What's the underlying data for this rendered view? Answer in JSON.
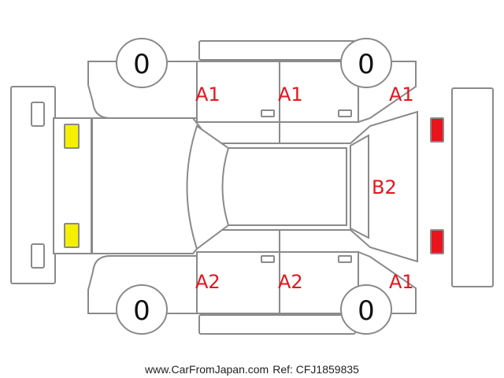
{
  "damage_codes": {
    "front_left_fender": "A1",
    "front_left_door": "A1",
    "rear_left_quarter": "A1",
    "rear_panel": "B2",
    "front_right_fender": "A2",
    "front_right_door": "A2",
    "rear_right_quarter": "A1"
  },
  "tires": {
    "front_left": "0",
    "rear_left": "0",
    "front_right": "0",
    "rear_right": "0"
  },
  "markers": {
    "front_color": "#f5f000",
    "rear_color": "#e8141e"
  },
  "footer": {
    "site": "www.CarFromJapan.com",
    "ref": "Ref: CFJ1859835"
  }
}
